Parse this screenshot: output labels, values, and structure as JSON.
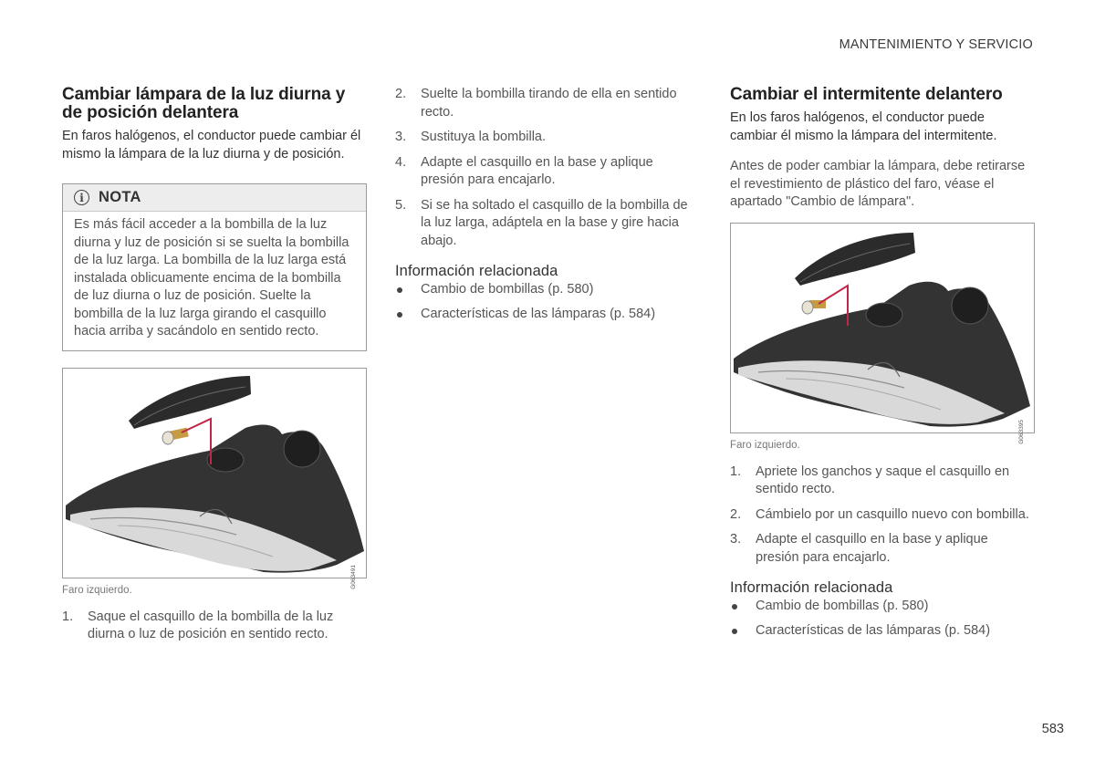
{
  "header": {
    "section_title": "MANTENIMIENTO Y SERVICIO"
  },
  "page_number": "583",
  "col1": {
    "title": "Cambiar lámpara de la luz diurna y de posición delantera",
    "lead": "En faros halógenos, el conductor puede cambiar él mismo la lámpara de la luz diurna y de posición.",
    "note": {
      "icon": "info-icon",
      "title": "NOTA",
      "text": "Es más fácil acceder a la bombilla de la luz diurna y luz de posición si se suelta la bombilla de la luz larga. La bombilla de la luz larga está instalada oblicuamente encima de la bombilla de luz diurna o luz de posición. Suelte la bombilla de la luz larga girando el casquillo hacia arriba y sacándolo en sentido recto."
    },
    "figure": {
      "code": "G063491",
      "caption": "Faro izquierdo."
    },
    "steps": [
      {
        "num": "1.",
        "text": "Saque el casquillo de la bombilla de la luz diurna o luz de posición en sentido recto."
      }
    ]
  },
  "col2": {
    "steps": [
      {
        "num": "2.",
        "text": "Suelte la bombilla tirando de ella en sentido recto."
      },
      {
        "num": "3.",
        "text": "Sustituya la bombilla."
      },
      {
        "num": "4.",
        "text": "Adapte el casquillo en la base y aplique presión para encajarlo."
      },
      {
        "num": "5.",
        "text": "Si se ha soltado el casquillo de la bombilla de la luz larga, adáptela en la base y gire hacia abajo."
      }
    ],
    "related_title": "Información relacionada",
    "related": [
      "Cambio de bombillas (p. 580)",
      "Características de las lámparas (p. 584)"
    ]
  },
  "col3": {
    "title": "Cambiar el intermitente delantero",
    "lead": "En los faros halógenos, el conductor puede cambiar él mismo la lámpara del intermitente.",
    "body": "Antes de poder cambiar la lámpara, debe retirarse el revestimiento de plástico del faro, véase el apartado \"Cambio de lámpara\".",
    "figure": {
      "code": "G063395",
      "caption": "Faro izquierdo."
    },
    "steps": [
      {
        "num": "1.",
        "text": "Apriete los ganchos y saque el casquillo en sentido recto."
      },
      {
        "num": "2.",
        "text": "Cámbielo por un casquillo nuevo con bombilla."
      },
      {
        "num": "3.",
        "text": "Adapte el casquillo en la base y aplique presión para encajarlo."
      }
    ],
    "related_title": "Información relacionada",
    "related": [
      "Cambio de bombillas (p. 580)",
      "Características de las lámparas (p. 584)"
    ]
  },
  "colors": {
    "accent_line": "#c0264a",
    "text": "#555555",
    "heading": "#222222"
  }
}
